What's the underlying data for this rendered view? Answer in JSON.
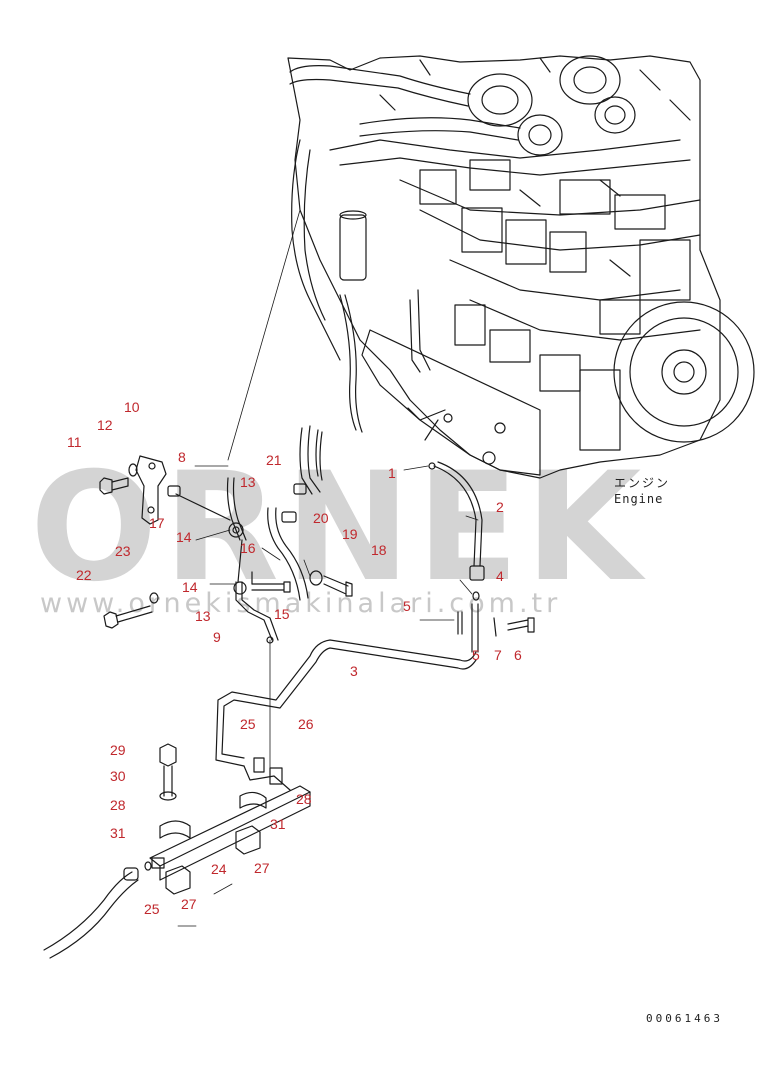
{
  "watermark": {
    "big": "ORNEK",
    "url": "www.ornekismakinalari.com.tr"
  },
  "diagram": {
    "engine_label_jp": "エンジン",
    "engine_label_en": "Engine",
    "drawing_code": "00061463",
    "callout_color": "#c0282d",
    "line_color": "#1a1a1a",
    "callouts": [
      "1",
      "2",
      "3",
      "4",
      "5",
      "5",
      "6",
      "7",
      "8",
      "9",
      "10",
      "11",
      "12",
      "13",
      "13",
      "14",
      "14",
      "15",
      "16",
      "17",
      "18",
      "19",
      "20",
      "21",
      "22",
      "23",
      "24",
      "25",
      "25",
      "26",
      "27",
      "27",
      "28",
      "28",
      "29",
      "30",
      "31",
      "31"
    ]
  }
}
